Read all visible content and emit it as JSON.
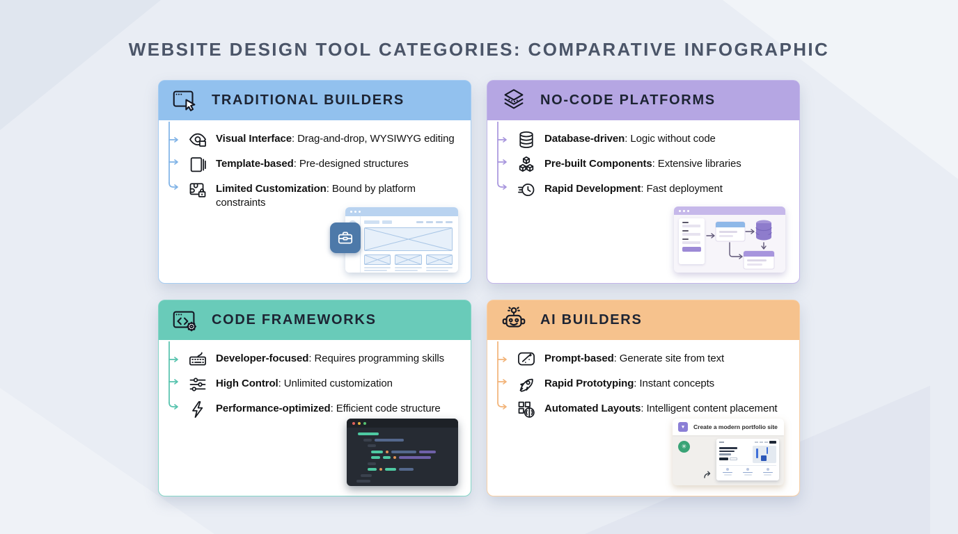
{
  "page": {
    "title": "WEBSITE DESIGN TOOL CATEGORIES: COMPARATIVE INFOGRAPHIC",
    "background_color": "#e9edf4",
    "title_color": "#4b5568"
  },
  "cards": [
    {
      "id": "traditional-builders",
      "title": "TRADITIONAL BUILDERS",
      "header_icon": "browser-cursor-icon",
      "colors": {
        "header_bg": "#92c1ee",
        "border": "#a5cdf2",
        "connector": "#7fb2e6"
      },
      "features": [
        {
          "icon": "eye-icon",
          "label": "Visual Interface",
          "desc": ": Drag-and-drop, WYSIWYG editing"
        },
        {
          "icon": "stacked-templates-icon",
          "label": "Template-based",
          "desc": ": Pre-designed structures"
        },
        {
          "icon": "puzzle-lock-icon",
          "label": "Limited Customization",
          "desc": ": Bound by platform constraints"
        }
      ],
      "illustration": "wireframe-browser-with-toolbox-badge"
    },
    {
      "id": "no-code-platforms",
      "title": "NO-CODE PLATFORMS",
      "header_icon": "layers-icon",
      "colors": {
        "header_bg": "#b5a6e3",
        "border": "#c2b5e9",
        "connector": "#a795dd"
      },
      "features": [
        {
          "icon": "database-icon",
          "label": "Database-driven",
          "desc": ": Logic without code"
        },
        {
          "icon": "components-cubes-icon",
          "label": "Pre-built Components",
          "desc": ": Extensive libraries"
        },
        {
          "icon": "rapid-clock-icon",
          "label": "Rapid Development",
          "desc": ": Fast deployment"
        }
      ],
      "illustration": "form-to-database-workflow-diagram"
    },
    {
      "id": "code-frameworks",
      "title": "CODE FRAMEWORKS",
      "header_icon": "code-window-gear-icon",
      "colors": {
        "header_bg": "#69cbb9",
        "border": "#85d6c7",
        "connector": "#55c2ad"
      },
      "features": [
        {
          "icon": "keyboard-icon",
          "label": "Developer-focused",
          "desc": ": Requires programming skills"
        },
        {
          "icon": "sliders-icon",
          "label": "High Control",
          "desc": ": Unlimited customization"
        },
        {
          "icon": "lightning-icon",
          "label": "Performance-optimized",
          "desc": ": Efficient code structure"
        }
      ],
      "illustration": "dark-code-editor-window"
    },
    {
      "id": "ai-builders",
      "title": "AI BUILDERS",
      "header_icon": "robot-bulb-icon",
      "colors": {
        "header_bg": "#f6c28d",
        "border": "#f8cfa4",
        "connector": "#f2b378"
      },
      "features": [
        {
          "icon": "prompt-wand-icon",
          "label": "Prompt-based",
          "desc": ": Generate site from text"
        },
        {
          "icon": "rocket-icon",
          "label": "Rapid Prototyping",
          "desc": ": Instant concepts"
        },
        {
          "icon": "auto-layout-brain-icon",
          "label": "Automated Layouts",
          "desc": ": Intelligent content placement"
        }
      ],
      "illustration": "ai-chat-generating-site-preview",
      "illustration_text": {
        "prompt": "Create a modern portfolio site"
      }
    }
  ]
}
